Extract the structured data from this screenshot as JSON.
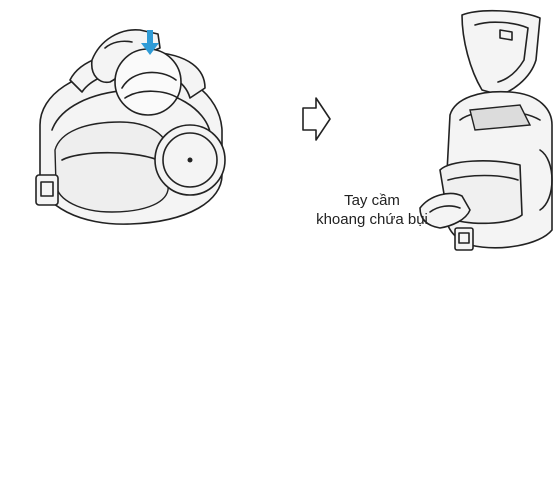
{
  "steps": [
    {
      "id": "press-release-button"
    },
    {
      "id": "open-lid-lift-dust-bin"
    },
    {
      "id": "separate-dust-container"
    },
    {
      "id": "empty-into-trash"
    }
  ],
  "label": {
    "line1": "Tay cầm",
    "line2": "khoang chứa bụi"
  },
  "colors": {
    "accent_arrow": "#2f9bd6",
    "stroke": "#222222",
    "fill_light": "#f2f2f2",
    "fill_mid": "#d9d9d9",
    "dust": "#333333"
  },
  "icons": [
    "flow-arrow-right-icon",
    "flow-arrow-down-icon",
    "flow-arrow-left-icon",
    "press-arrow-icon",
    "lift-arrow-icon"
  ]
}
